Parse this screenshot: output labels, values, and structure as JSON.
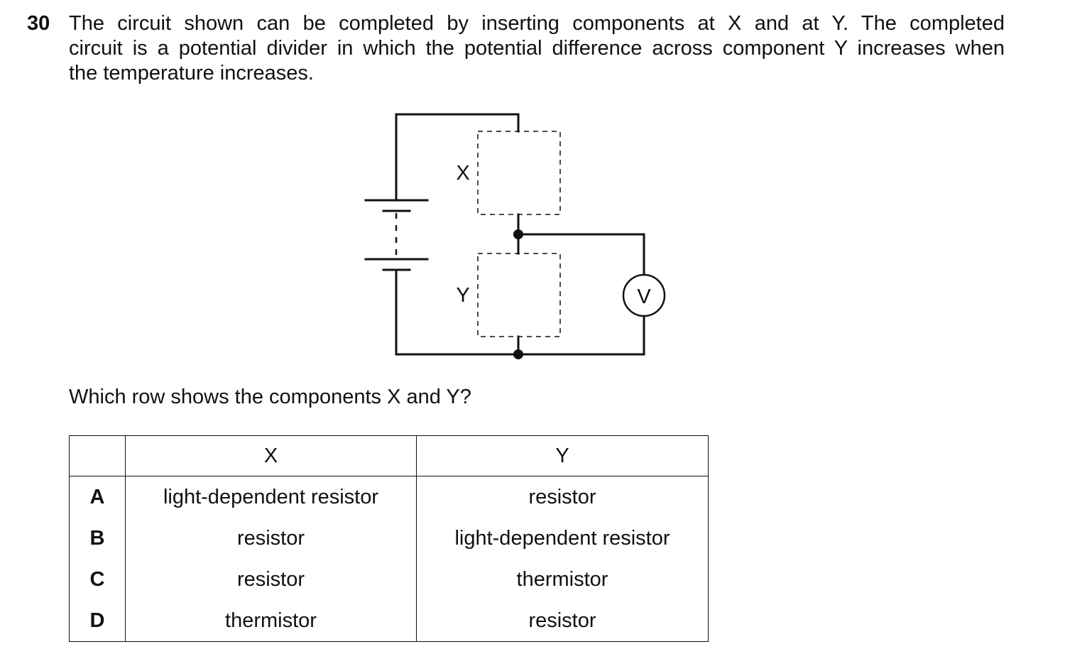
{
  "question": {
    "number": "30",
    "stem_lines": [
      "The circuit shown can be completed by inserting components at X and at Y. The completed",
      "circuit is a potential divider in which the potential difference across component Y increases when",
      "the temperature increases."
    ],
    "prompt": "Which row shows the components X and Y?"
  },
  "diagram": {
    "label_x": "X",
    "label_y": "Y",
    "meter_label": "V"
  },
  "table": {
    "headers": {
      "letter": "",
      "x": "X",
      "y": "Y"
    },
    "rows": [
      {
        "letter": "A",
        "x": "light-dependent resistor",
        "y": "resistor"
      },
      {
        "letter": "B",
        "x": "resistor",
        "y": "light-dependent resistor"
      },
      {
        "letter": "C",
        "x": "resistor",
        "y": "thermistor"
      },
      {
        "letter": "D",
        "x": "thermistor",
        "y": "resistor"
      }
    ]
  }
}
